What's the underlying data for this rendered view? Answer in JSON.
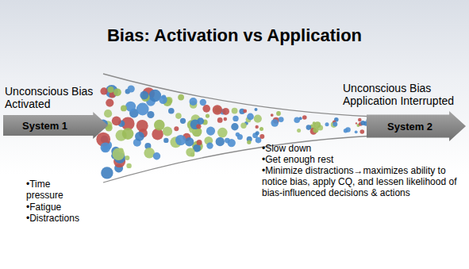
{
  "diagram": {
    "title": "Bias: Activation vs Application",
    "nodes": [
      {
        "text": [
          "System 1"
        ]
      },
      {
        "text": [
          "System 2"
        ]
      }
    ],
    "labels": [
      "Unconscious Bias Activated",
      "Unconscious Bias Application Interrupted",
      "•Time pressure",
      "•Fatigue",
      "•Distractions",
      "•Slow down",
      "•Get enough rest",
      "•Minimize distractions→maximizes ability to notice bias, apply CQ, and lessen likelihood of bias-influenced decisions & actions"
    ]
  }
}
